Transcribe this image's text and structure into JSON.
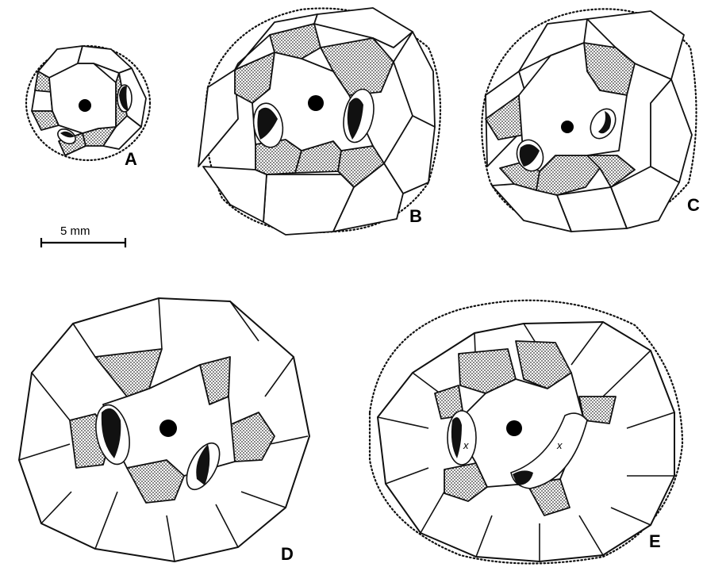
{
  "figure": {
    "panels": [
      {
        "label": "A"
      },
      {
        "label": "B"
      },
      {
        "label": "C"
      },
      {
        "label": "D"
      },
      {
        "label": "E"
      }
    ],
    "scale_bar": {
      "text": "5 mm"
    },
    "markers": {
      "x": "x"
    }
  }
}
